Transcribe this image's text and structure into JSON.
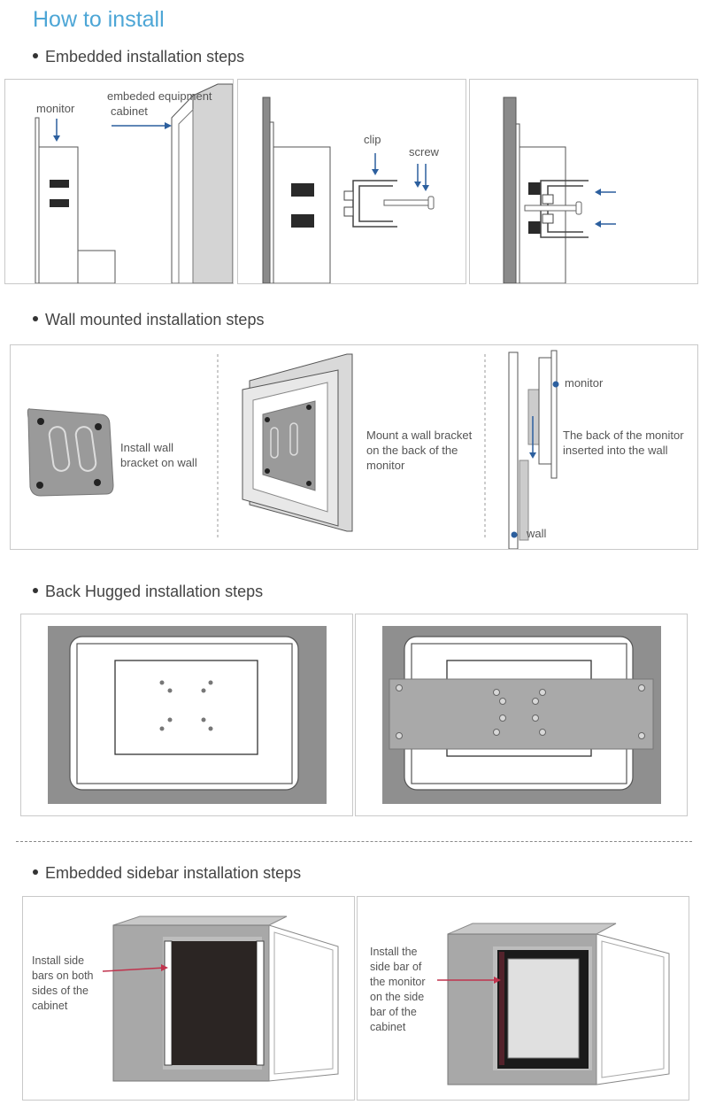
{
  "title": "How to install",
  "sections": {
    "embedded": "Embedded installation steps",
    "wall": "Wall mounted installation steps",
    "back": "Back Hugged installation steps",
    "sidebar": "Embedded sidebar installation steps"
  },
  "labels": {
    "monitor": "monitor",
    "cabinet_line1": "embeded equipment",
    "cabinet_line2": "cabinet",
    "clip": "clip",
    "screw": "screw",
    "wall_step1_line1": "Install wall",
    "wall_step1_line2": "bracket on wall",
    "wall_step2_line1": "Mount a wall bracket",
    "wall_step2_line2": "on the back of the",
    "wall_step2_line3": "monitor",
    "wall_monitor": "monitor",
    "wall_step3_line1": "The back of the monitor",
    "wall_step3_line2": "inserted into the wall",
    "wall_wall": "wall",
    "side_step1_line1": "Install side",
    "side_step1_line2": "bars on both",
    "side_step1_line3": "sides of the",
    "side_step1_line4": "cabinet",
    "side_step2_line1": "Install the",
    "side_step2_line2": "side bar of",
    "side_step2_line3": "the monitor",
    "side_step2_line4": "on the side",
    "side_step2_line5": "bar of the",
    "side_step2_line6": "cabinet"
  },
  "colors": {
    "title": "#4da6d6",
    "arrow_blue": "#2c5f9e",
    "arrow_red": "#c0334d",
    "frame_gray": "#8f8f8f"
  }
}
